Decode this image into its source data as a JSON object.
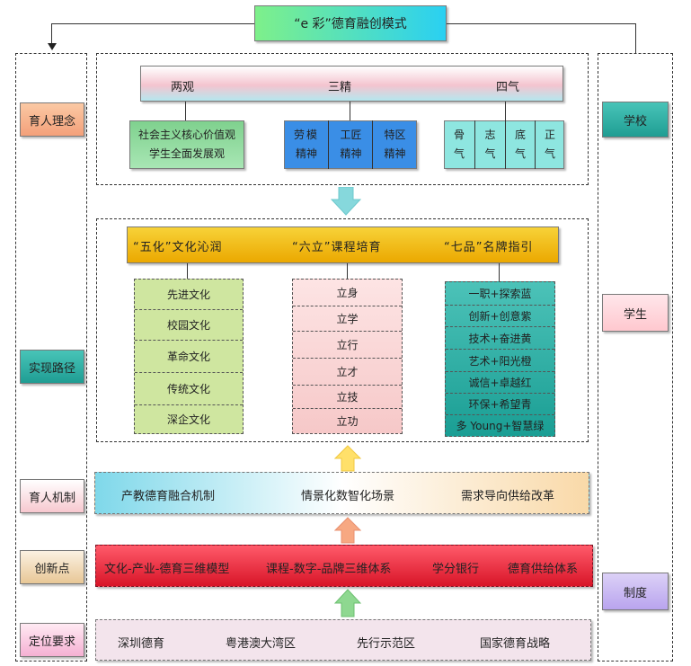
{
  "title": "“e 彩”德育融创模式",
  "left_labels": [
    "育人理念",
    "实现路径",
    "育人机制",
    "创新点",
    "定位要求"
  ],
  "right_labels": [
    "学校",
    "学生",
    "制度"
  ],
  "concept": {
    "header": [
      "两观",
      "三精",
      "四气"
    ],
    "two_views": [
      "社会主义核心价值观",
      "学生全面发展观"
    ],
    "three_spirits": [
      [
        "劳模",
        "精神"
      ],
      [
        "工匠",
        "精神"
      ],
      [
        "特区",
        "精神"
      ]
    ],
    "four_qi": [
      [
        "骨",
        "气"
      ],
      [
        "志",
        "气"
      ],
      [
        "底",
        "气"
      ],
      [
        "正",
        "气"
      ]
    ]
  },
  "path": {
    "header": [
      "“五化”文化沁润",
      "“六立”课程培育",
      "“七品”名牌指引"
    ],
    "five_culture": [
      "先进文化",
      "校园文化",
      "革命文化",
      "传统文化",
      "深企文化"
    ],
    "six_li": [
      "立身",
      "立学",
      "立行",
      "立才",
      "立技",
      "立功"
    ],
    "seven_brand": [
      "一职+探索蓝",
      "创新+创意紫",
      "技术+奋进黄",
      "艺术+阳光橙",
      "诚信+卓越红",
      "环保+希望青",
      "多 Young+智慧绿"
    ]
  },
  "mechanism": [
    "产教德育融合机制",
    "情景化数智化场景",
    "需求导向供给改革"
  ],
  "innovation": [
    "文化-产业-德育三维模型",
    "课程-数字-品牌三维体系",
    "学分银行",
    "德育供给体系"
  ],
  "positioning": [
    "深圳德育",
    "粤港澳大湾区",
    "先行示范区",
    "国家德育战略"
  ],
  "colors": {
    "title_grad": [
      "#7ef08a",
      "#28d2f0"
    ],
    "left_label": "#f7b489",
    "left_label_teal": "#2cb0a8",
    "right_label": "#2db3a8",
    "right_label_pink": "#ffd2d8",
    "right_label_purple": "#c9b8f2",
    "three_spirits": "#3a8ee6",
    "four_qi": "#8ee6e0",
    "path_header": "#f5bf10",
    "five_culture": "#cfe6a0",
    "six_li": "#f8d0d0",
    "seven_brand": "#25b3a8",
    "innovation": "#e8263c",
    "arrow_teal": "#86d8dc",
    "arrow_yellow": "#ffe06a",
    "arrow_orange": "#f7a882",
    "arrow_green": "#8ed890"
  }
}
